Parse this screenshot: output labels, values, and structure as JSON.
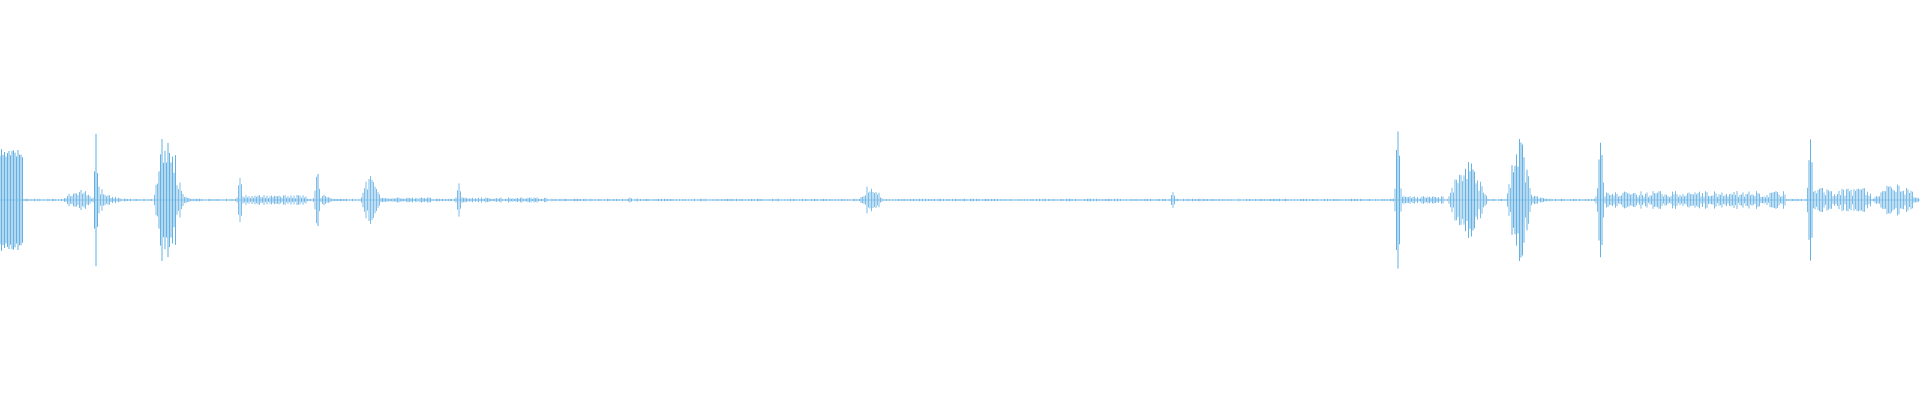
{
  "waveform": {
    "color": "#5dade2",
    "baseline_amplitude": 0.01,
    "segments": [
      {
        "start": 0.0,
        "end": 0.012,
        "peak": 0.42,
        "shape": "block"
      },
      {
        "start": 0.012,
        "end": 0.032,
        "peak": 0.02,
        "shape": "decay"
      },
      {
        "start": 0.033,
        "end": 0.048,
        "peak": 0.1,
        "shape": "burst"
      },
      {
        "start": 0.048,
        "end": 0.052,
        "peak": 0.62,
        "shape": "spike"
      },
      {
        "start": 0.052,
        "end": 0.074,
        "peak": 0.12,
        "shape": "decay"
      },
      {
        "start": 0.08,
        "end": 0.094,
        "peak": 0.64,
        "shape": "burst"
      },
      {
        "start": 0.094,
        "end": 0.102,
        "peak": 0.15,
        "shape": "decay"
      },
      {
        "start": 0.122,
        "end": 0.128,
        "peak": 0.22,
        "shape": "spike"
      },
      {
        "start": 0.128,
        "end": 0.16,
        "peak": 0.04,
        "shape": "noise"
      },
      {
        "start": 0.162,
        "end": 0.168,
        "peak": 0.24,
        "shape": "spike"
      },
      {
        "start": 0.168,
        "end": 0.185,
        "peak": 0.05,
        "shape": "decay"
      },
      {
        "start": 0.188,
        "end": 0.198,
        "peak": 0.2,
        "shape": "burst"
      },
      {
        "start": 0.198,
        "end": 0.225,
        "peak": 0.02,
        "shape": "noise"
      },
      {
        "start": 0.236,
        "end": 0.242,
        "peak": 0.16,
        "shape": "spike"
      },
      {
        "start": 0.242,
        "end": 0.28,
        "peak": 0.02,
        "shape": "noise"
      },
      {
        "start": 0.282,
        "end": 0.286,
        "peak": 0.03,
        "shape": "spike"
      },
      {
        "start": 0.29,
        "end": 0.32,
        "peak": 0.01,
        "shape": "dotted"
      },
      {
        "start": 0.326,
        "end": 0.33,
        "peak": 0.03,
        "shape": "spike"
      },
      {
        "start": 0.33,
        "end": 0.445,
        "peak": 0.005,
        "shape": "noise"
      },
      {
        "start": 0.448,
        "end": 0.46,
        "peak": 0.14,
        "shape": "burst"
      },
      {
        "start": 0.46,
        "end": 0.6,
        "peak": 0.006,
        "shape": "noise"
      },
      {
        "start": 0.608,
        "end": 0.614,
        "peak": 0.07,
        "shape": "spike"
      },
      {
        "start": 0.614,
        "end": 0.635,
        "peak": 0.008,
        "shape": "dotted"
      },
      {
        "start": 0.635,
        "end": 0.722,
        "peak": 0.005,
        "shape": "noise"
      },
      {
        "start": 0.725,
        "end": 0.731,
        "peak": 0.64,
        "shape": "spike"
      },
      {
        "start": 0.731,
        "end": 0.752,
        "peak": 0.03,
        "shape": "noise"
      },
      {
        "start": 0.754,
        "end": 0.775,
        "peak": 0.3,
        "shape": "burst"
      },
      {
        "start": 0.785,
        "end": 0.798,
        "peak": 0.5,
        "shape": "burst"
      },
      {
        "start": 0.798,
        "end": 0.82,
        "peak": 0.05,
        "shape": "decay"
      },
      {
        "start": 0.83,
        "end": 0.837,
        "peak": 0.5,
        "shape": "spike"
      },
      {
        "start": 0.837,
        "end": 0.93,
        "peak": 0.07,
        "shape": "noise"
      },
      {
        "start": 0.94,
        "end": 0.946,
        "peak": 0.66,
        "shape": "spike"
      },
      {
        "start": 0.946,
        "end": 0.975,
        "peak": 0.1,
        "shape": "noise"
      },
      {
        "start": 0.975,
        "end": 1.0,
        "peak": 0.14,
        "shape": "burst"
      }
    ]
  }
}
